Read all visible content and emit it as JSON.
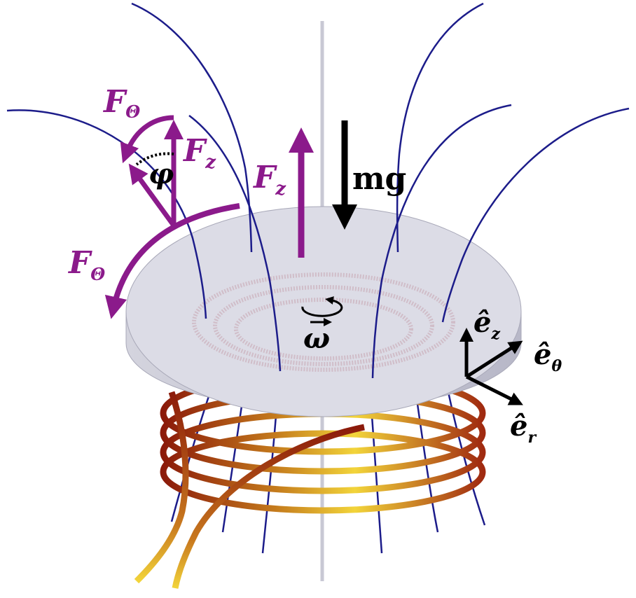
{
  "labels": {
    "f_theta_top": "F",
    "f_theta_top_sub": "Θ",
    "f_z_left": "F",
    "f_z_left_sub": "z",
    "phi": "φ",
    "f_z_center": "F",
    "f_z_center_sub": "z",
    "mg": "mg",
    "f_theta_bottom": "F",
    "f_theta_bottom_sub": "Θ",
    "omega": "ω",
    "e_z": "ê",
    "e_z_sub": "z",
    "e_theta": "ê",
    "e_theta_sub": "θ",
    "e_r": "ê",
    "e_r_sub": "r"
  },
  "colors": {
    "field_lines": "#1c1c8a",
    "force_arrows": "#8b1a8b",
    "gravity_arrow": "#000000",
    "disk_top": "#dcdce6",
    "disk_side": "#c4c4d2",
    "coil_dark": "#8b1a0a",
    "coil_light": "#f2d43a",
    "axis_rod": "#c8c8d4"
  },
  "icons": {
    "rotation": "circular-arrow-icon",
    "vector": "right-arrow-icon"
  }
}
